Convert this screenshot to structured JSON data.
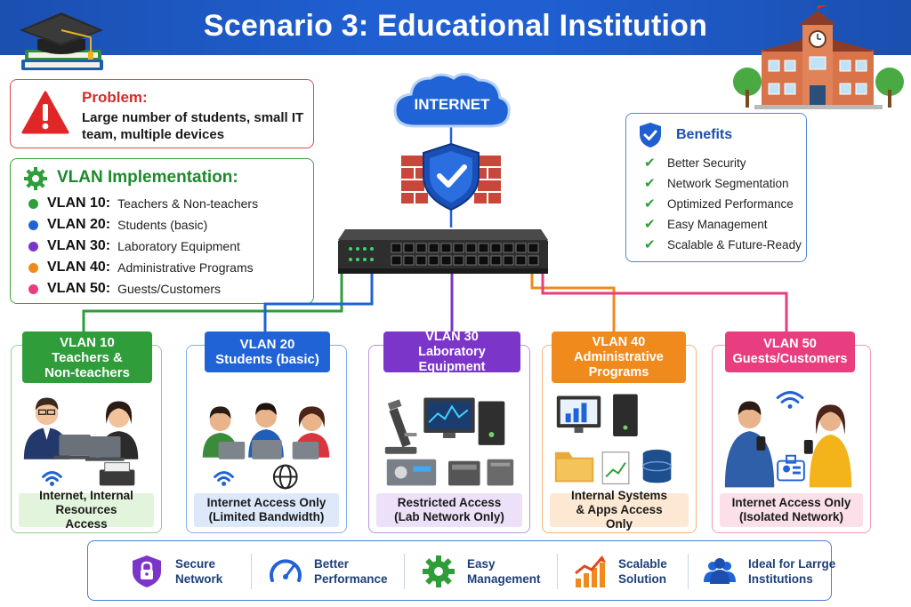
{
  "header": {
    "title": "Scenario 3: Educational Institution"
  },
  "problem": {
    "title": "Problem:",
    "text": "Large number of students, small IT team, multiple devices"
  },
  "implementation": {
    "title": "VLAN Implementation:",
    "items": [
      {
        "vlan": "VLAN 10:",
        "desc": "Teachers & Non-teachers",
        "color": "#2e9d3a"
      },
      {
        "vlan": "VLAN 20:",
        "desc": "Students (basic)",
        "color": "#1f63d6"
      },
      {
        "vlan": "VLAN 30:",
        "desc": "Laboratory Equipment",
        "color": "#7b35c9"
      },
      {
        "vlan": "VLAN 40:",
        "desc": "Administrative Programs",
        "color": "#f08a1c"
      },
      {
        "vlan": "VLAN 50:",
        "desc": "Guests/Customers",
        "color": "#e83e80"
      }
    ]
  },
  "network": {
    "internet_label": "INTERNET"
  },
  "benefits": {
    "title": "Benefits",
    "items": [
      "Better Security",
      "Network Segmentation",
      "Optimized Performance",
      "Easy Management",
      "Scalable & Future-Ready"
    ]
  },
  "vlan_cards": [
    {
      "name": "VLAN 10",
      "subtitle": "Teachers & Non-teachers",
      "access": "Internet, Internal Resources Access",
      "color": "#2e9d3a",
      "light": "#e3f4dc"
    },
    {
      "name": "VLAN 20",
      "subtitle": "Students (basic)",
      "access": "Internet Access Only (Limited Bandwidth)",
      "color": "#1f63d6",
      "light": "#dde9fa"
    },
    {
      "name": "VLAN 30",
      "subtitle": "Laboratory Equipment",
      "access": "Restricted Access (Lab Network Only)",
      "color": "#7b35c9",
      "light": "#ece1f8"
    },
    {
      "name": "VLAN 40",
      "subtitle": "Administrative Programs",
      "access": "Internal Systems & Apps Access Only",
      "color": "#f08a1c",
      "light": "#fde9d3"
    },
    {
      "name": "VLAN 50",
      "subtitle": "Guests/Customers",
      "access": "Internet Access Only (Isolated Network)",
      "color": "#e83e80",
      "light": "#fbe0ea"
    }
  ],
  "bottom_bar": [
    {
      "label": "Secure Network",
      "icon": "lock-icon"
    },
    {
      "label": "Better Performance",
      "icon": "speedometer-icon"
    },
    {
      "label": "Easy Management",
      "icon": "gear-icon"
    },
    {
      "label": "Scalable Solution",
      "icon": "growth-chart-icon"
    },
    {
      "label": "Ideal for Larrge Institutions",
      "icon": "people-icon"
    }
  ]
}
